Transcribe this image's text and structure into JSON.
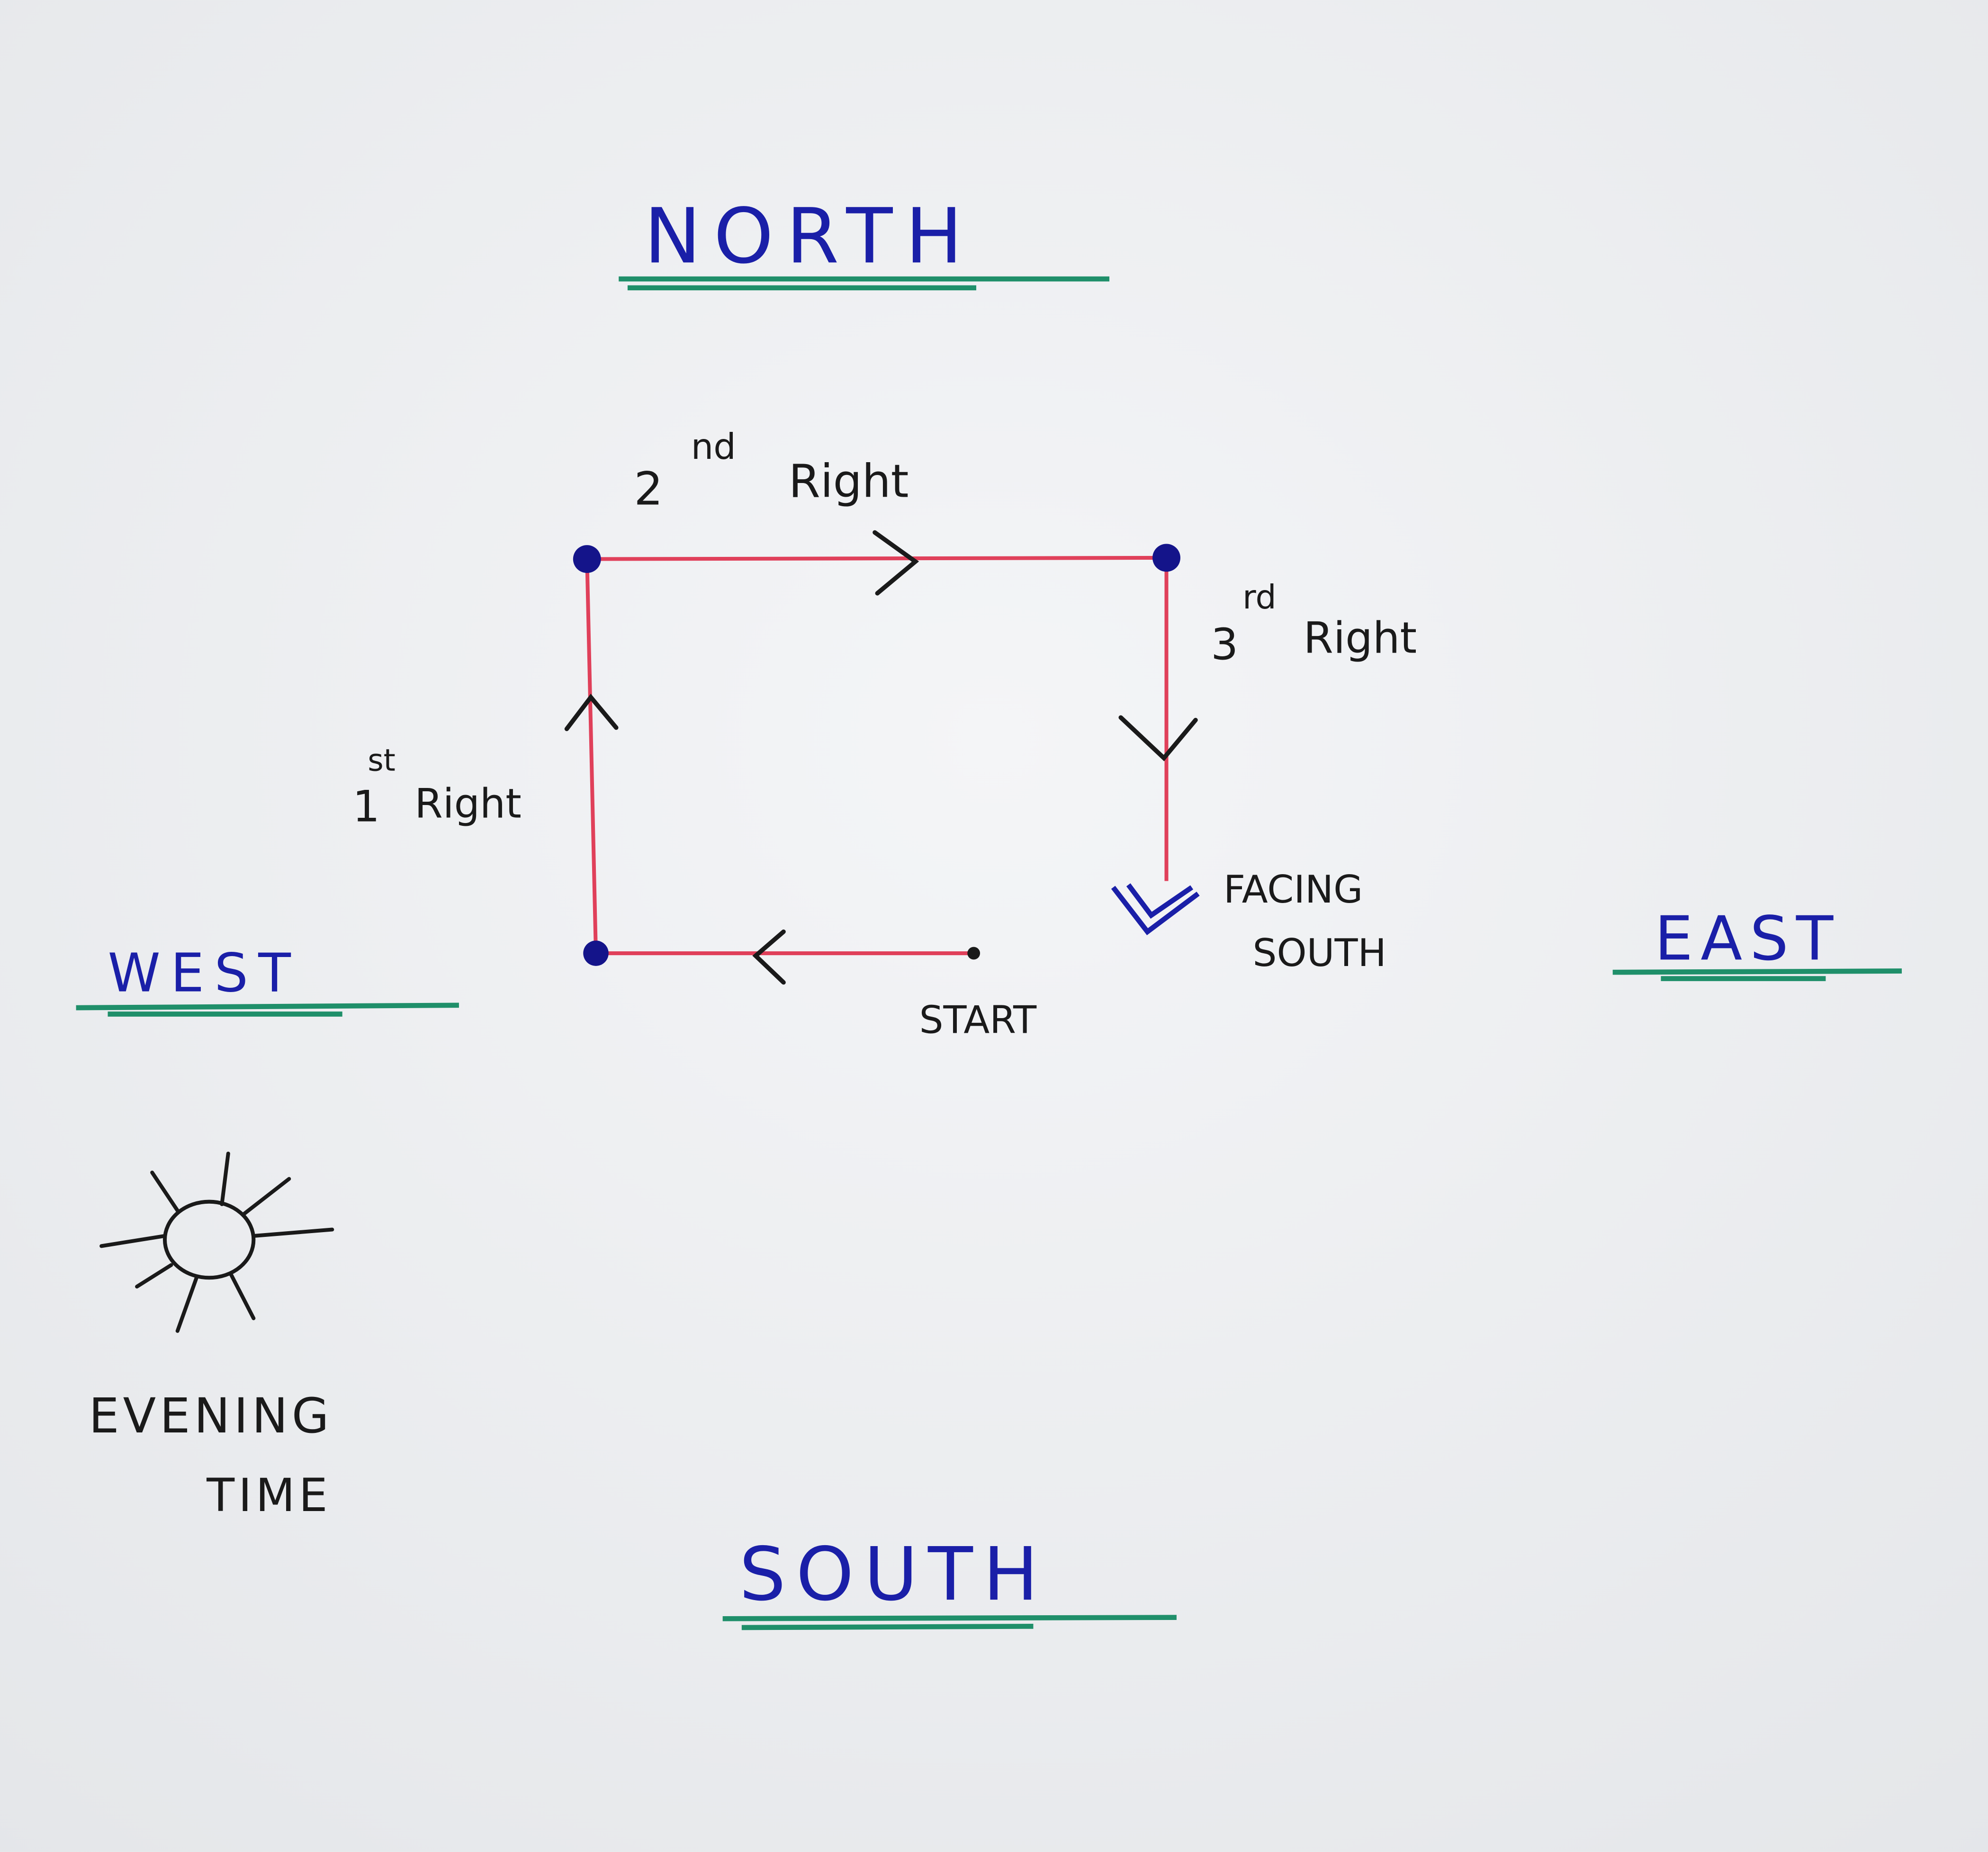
{
  "directions": {
    "north": "NORTH",
    "south": "SOUTH",
    "east": "EAST",
    "west": "WEST"
  },
  "path": {
    "turn1": {
      "ordinal": "1",
      "suffix": "st",
      "word": "Right"
    },
    "turn2": {
      "ordinal": "2",
      "suffix": "nd",
      "word": "Right"
    },
    "turn3": {
      "ordinal": "3",
      "suffix": "rd",
      "word": "Right"
    },
    "start_label": "START",
    "facing_line1": "FACING",
    "facing_line2": "SOUTH"
  },
  "sun": {
    "line1": "EVENING",
    "line2": "TIME"
  },
  "colors": {
    "paper": "#eef0f2",
    "direction_text": "#1a1fa8",
    "underline": "#1f8f6a",
    "path_line": "#e0405a",
    "node": "#14148a",
    "ink": "#1a1a1a"
  }
}
